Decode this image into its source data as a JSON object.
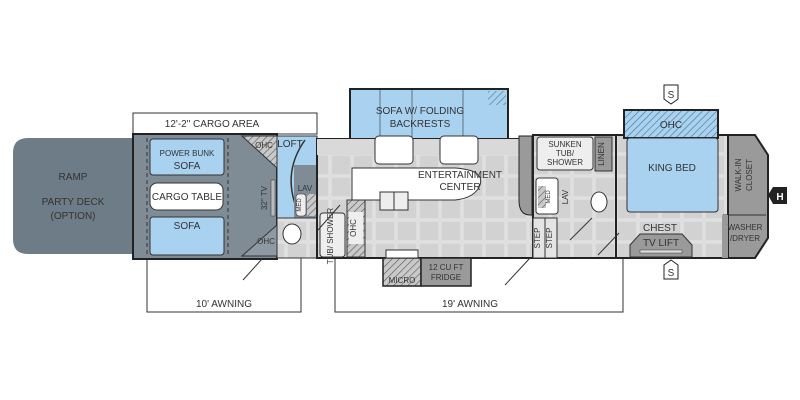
{
  "colors": {
    "ramp": "#6e7c87",
    "cargo_floor": "#7f8b95",
    "living_floor": "#d9d9d9",
    "furniture_blue": "#a8d2ef",
    "cabinet_gray": "#9a9a9a",
    "wall": "#222222"
  },
  "labels": {
    "cargo_area": "12'-2\" CARGO AREA",
    "ramp": "RAMP",
    "party_deck_1": "PARTY DECK",
    "party_deck_2": "(OPTION)",
    "power_bunk": "POWER BUNK",
    "sofa_bunk": "SOFA",
    "cargo_table": "CARGO TABLE",
    "sofa_lower": "SOFA",
    "ohc_cargo_top": "OHC",
    "ohc_cargo_bottom": "OHC",
    "tv": "32\" TV",
    "loft": "LOFT",
    "lav_front": "LAV",
    "med_front": "MED",
    "tub_shower": "TUB/ SHOWER",
    "ohc_kitchen": "OHC",
    "sofa_slide_1": "SOFA W/ FOLDING",
    "sofa_slide_2": "BACKRESTS",
    "entertainment_1": "ENTERTAINMENT",
    "entertainment_2": "CENTER",
    "micro": "MICRO",
    "fridge_1": "12 CU FT",
    "fridge_2": "FRIDGE",
    "sunken_1": "SUNKEN",
    "sunken_2": "TUB/",
    "sunken_3": "SHOWER",
    "linen": "LINEN",
    "med_rear": "MED",
    "lav_rear": "LAV",
    "step_1": "STEP",
    "step_2": "STEP",
    "ohc_bed": "OHC",
    "king_bed": "KING BED",
    "chest": "CHEST",
    "tv_lift": "TV LIFT",
    "closet_1": "WALK-IN",
    "closet_2": "CLOSET",
    "washer_1": "WASHER",
    "washer_2": "/DRYER",
    "hitch": "H",
    "stab_top": "S",
    "stab_bottom": "S",
    "awning_10": "10' AWNING",
    "awning_19": "19' AWNING"
  }
}
